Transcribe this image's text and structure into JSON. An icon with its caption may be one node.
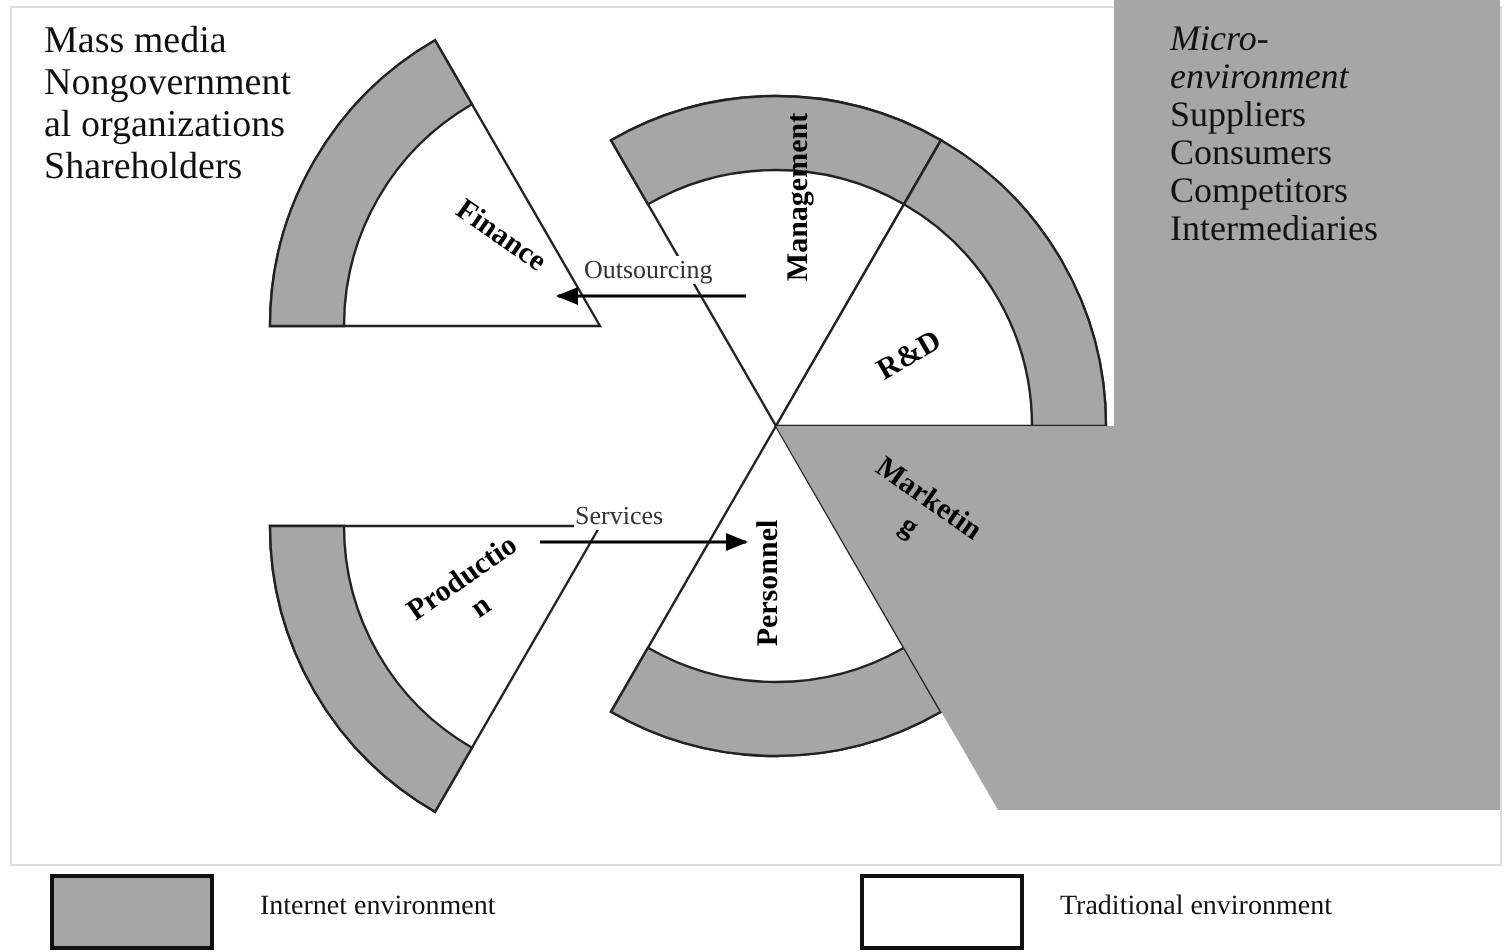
{
  "diagram": {
    "nodes": [
      {
        "text": [
          "Finance"
        ]
      },
      {
        "text": [
          "Management"
        ]
      },
      {
        "text": [
          "R&D"
        ]
      },
      {
        "text": [
          "Micro-environment",
          "Suppliers",
          "Consumers",
          "Competitors",
          "Intermediaries"
        ]
      },
      {
        "text": [
          "Marketin g"
        ]
      },
      {
        "text": [
          "Productio n"
        ]
      },
      {
        "text": [
          "Personnel"
        ]
      }
    ],
    "edges": [
      {
        "from": 1,
        "to": 0,
        "arrow": "to",
        "label": "Outsourcing"
      },
      {
        "from": 5,
        "to": 6,
        "arrow": "to",
        "label": "Services"
      }
    ],
    "labels": [
      "Mass media",
      "Nongovernment al organizations",
      "Shareholders"
    ],
    "legend": [
      {
        "text": "Internet environment",
        "color": "#a6a6a6"
      },
      {
        "text": "Traditional environment",
        "color": "#ffffff"
      }
    ]
  }
}
